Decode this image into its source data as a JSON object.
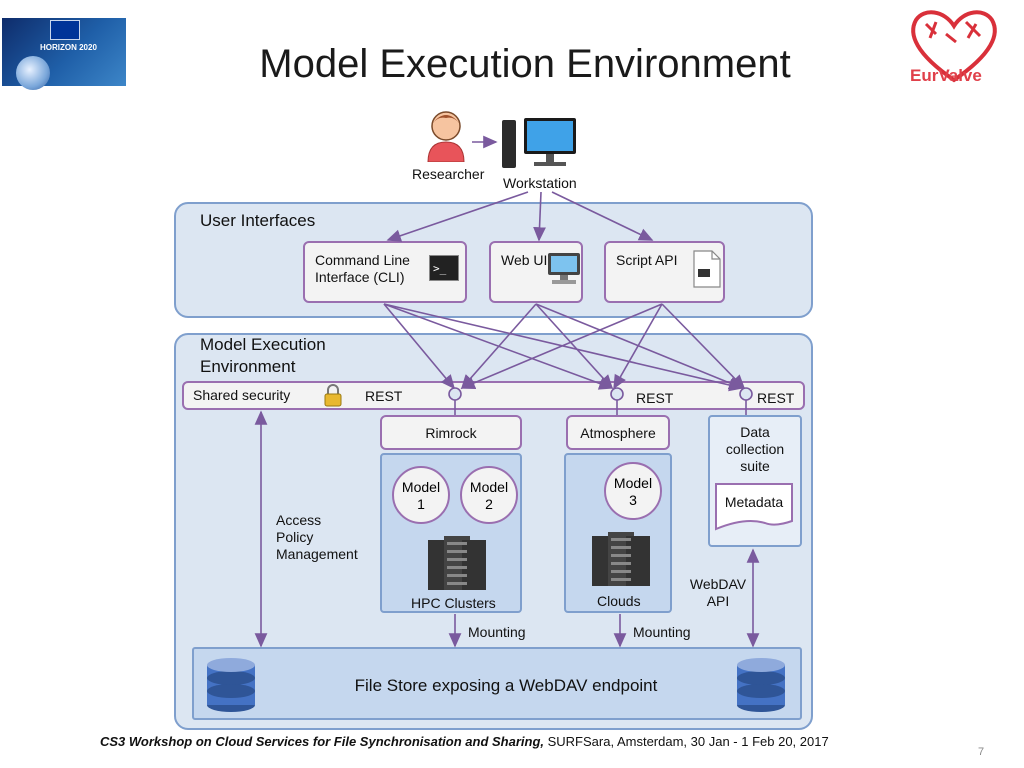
{
  "title": "Model Execution Environment",
  "logos": {
    "horizon_text": "HORIZON 2020",
    "eurvalve_text": "EurValve"
  },
  "people": {
    "researcher": "Researcher",
    "workstation": "Workstation"
  },
  "user_interfaces": {
    "title": "User Interfaces",
    "cli": "Command Line\nInterface (CLI)",
    "webui": "Web UI",
    "script": "Script API"
  },
  "mee": {
    "title": "Model Execution\nEnvironment",
    "shared_security": "Shared security",
    "rest1": "REST",
    "rest2": "REST",
    "rest3": "REST",
    "rimrock": "Rimrock",
    "atmosphere": "Atmosphere",
    "data_collection": "Data\ncollection\nsuite",
    "metadata": "Metadata",
    "model1": "Model\n1",
    "model2": "Model\n2",
    "model3": "Model\n3",
    "hpc": "HPC Clusters",
    "clouds": "Clouds",
    "access_policy": "Access\nPolicy\nManagement",
    "webdav_api": "WebDAV\nAPI",
    "mounting1": "Mounting",
    "mounting2": "Mounting",
    "filestore": "File Store exposing a WebDAV endpoint"
  },
  "footer": {
    "bold": "CS3 Workshop on Cloud Services for File Synchronisation and Sharing,",
    "rest": " SURFSara,  Amsterdam, 30 Jan - 1 Feb 20, 2017",
    "page": "7"
  },
  "colors": {
    "panel": "#dce6f2",
    "panel_border": "#7f9fcd",
    "box_border": "#9a6fb0",
    "arrow": "#7a5a9e",
    "db": "#4472c4"
  }
}
